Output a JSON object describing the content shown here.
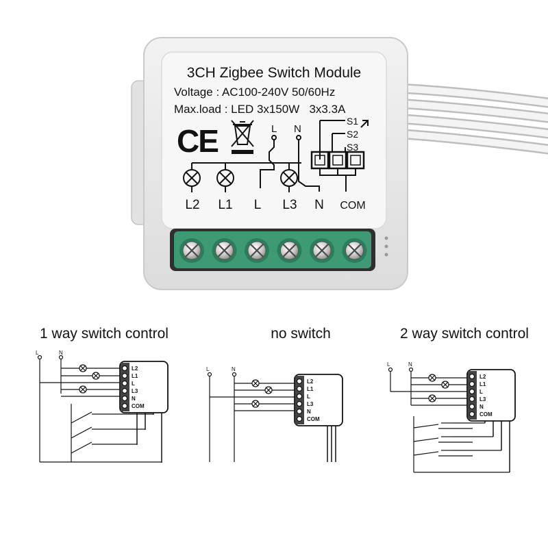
{
  "module": {
    "title": "3CH Zigbee Switch Module",
    "voltage": "Voltage : AC100-240V 50/60Hz",
    "maxload": "Max.load : LED 3x150W   3x3.3A",
    "ce_mark": "CE",
    "line_label": "L",
    "neutral_label": "N",
    "switch_labels": [
      "S1",
      "S2",
      "S3"
    ],
    "terminal_labels": [
      "L2",
      "L1",
      "L",
      "L3",
      "N",
      "COM"
    ],
    "screw_count": 6
  },
  "diagrams": [
    {
      "caption": "1 way switch control",
      "line_label": "L",
      "neutral_label": "N",
      "terminal_labels": [
        "L2",
        "L1",
        "L",
        "L3",
        "N",
        "COM"
      ],
      "switch_type": "1-way"
    },
    {
      "caption": "no switch",
      "line_label": "L",
      "neutral_label": "N",
      "terminal_labels": [
        "L2",
        "L1",
        "L",
        "L3",
        "N",
        "COM"
      ],
      "switch_type": "none"
    },
    {
      "caption": "2 way switch control",
      "line_label": "L",
      "neutral_label": "N",
      "terminal_labels": [
        "L2",
        "L1",
        "L",
        "L3",
        "N",
        "COM"
      ],
      "switch_type": "2-way"
    }
  ],
  "colors": {
    "housing": "#ececec",
    "face": "#f6f6f6",
    "terminal_block": "#3d9a72",
    "ink": "#111111"
  }
}
